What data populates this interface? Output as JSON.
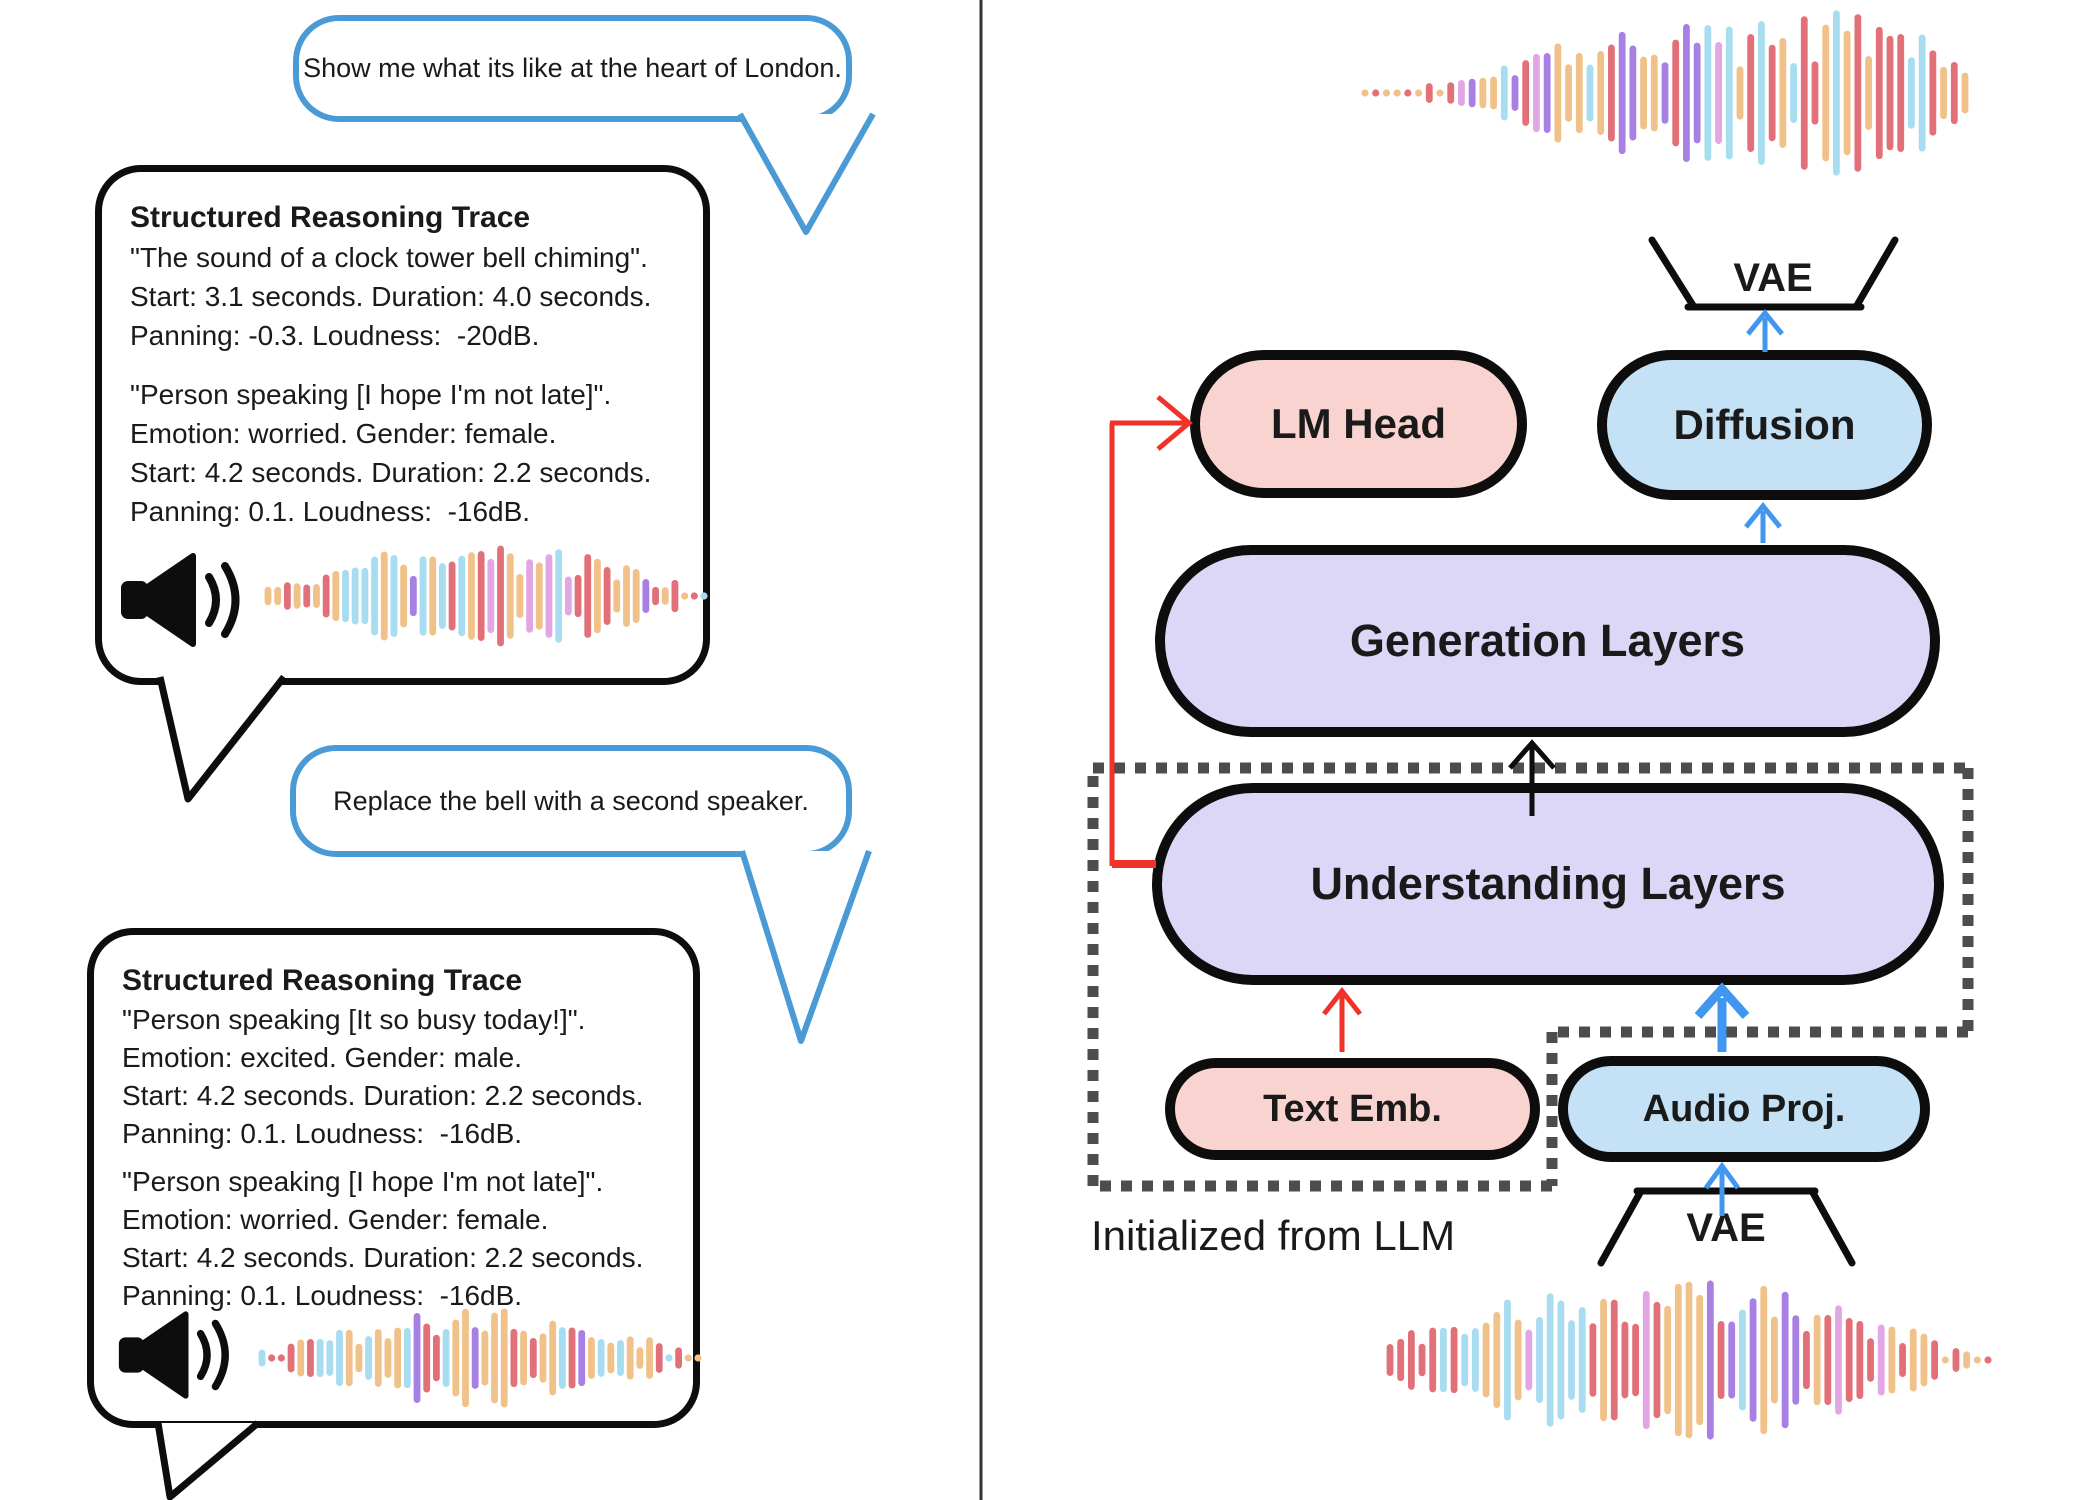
{
  "left": {
    "bubble1": "Show me what its like at the heart of London.",
    "bubble2": "Replace the bell with a second speaker.",
    "trace1": {
      "title": "Structured Reasoning Trace",
      "paragraphs": [
        [
          "\"The sound of a clock tower bell chiming\".",
          "Start: 3.1 seconds. Duration: 4.0 seconds.",
          "Panning: -0.3. Loudness:  -20dB."
        ],
        [
          "\"Person speaking [I hope I'm not late]\".",
          "Emotion: worried. Gender: female.",
          "Start: 4.2 seconds. Duration: 2.2 seconds.",
          "Panning: 0.1. Loudness:  -16dB."
        ]
      ]
    },
    "trace2": {
      "title": "Structured Reasoning Trace",
      "paragraphs": [
        [
          "\"Person speaking [It so busy today!]\".",
          "Emotion: excited. Gender: male.",
          "Start: 4.2 seconds. Duration: 2.2 seconds.",
          "Panning: 0.1. Loudness:  -16dB."
        ],
        [
          "\"Person speaking [I hope I'm not late]\".",
          "Emotion: worried. Gender: female.",
          "Start: 4.2 seconds. Duration: 2.2 seconds.",
          "Panning: 0.1. Loudness:  -16dB."
        ]
      ]
    }
  },
  "right": {
    "lm_head": "LM Head",
    "diffusion": "Diffusion",
    "generation": "Generation Layers",
    "understanding": "Understanding Layers",
    "text_emb": "Text Emb.",
    "audio_proj": "Audio Proj.",
    "vae_top": "VAE",
    "vae_bottom": "VAE",
    "init_label": "Initialized from LLM"
  },
  "icons": {
    "speaker": "speaker-icon",
    "waveform": "audio-waveform"
  },
  "colors": {
    "accent_blue": "#4a9ad5",
    "arrow_blue": "#4196ef",
    "arrow_red": "#f03228",
    "box_pink": "#f9d3d0",
    "box_blue": "#c5e1f6",
    "box_purple": "#dcd7f7",
    "outline": "#0d0d0d",
    "dotted_gray": "#4d4d4d",
    "divider": "#333333",
    "wave_tan": "#f1c18a",
    "wave_red": "#e17078",
    "wave_blue": "#a8dcf0",
    "wave_purple": "#a87fe2",
    "wave_lavender": "#e3a6e5"
  }
}
